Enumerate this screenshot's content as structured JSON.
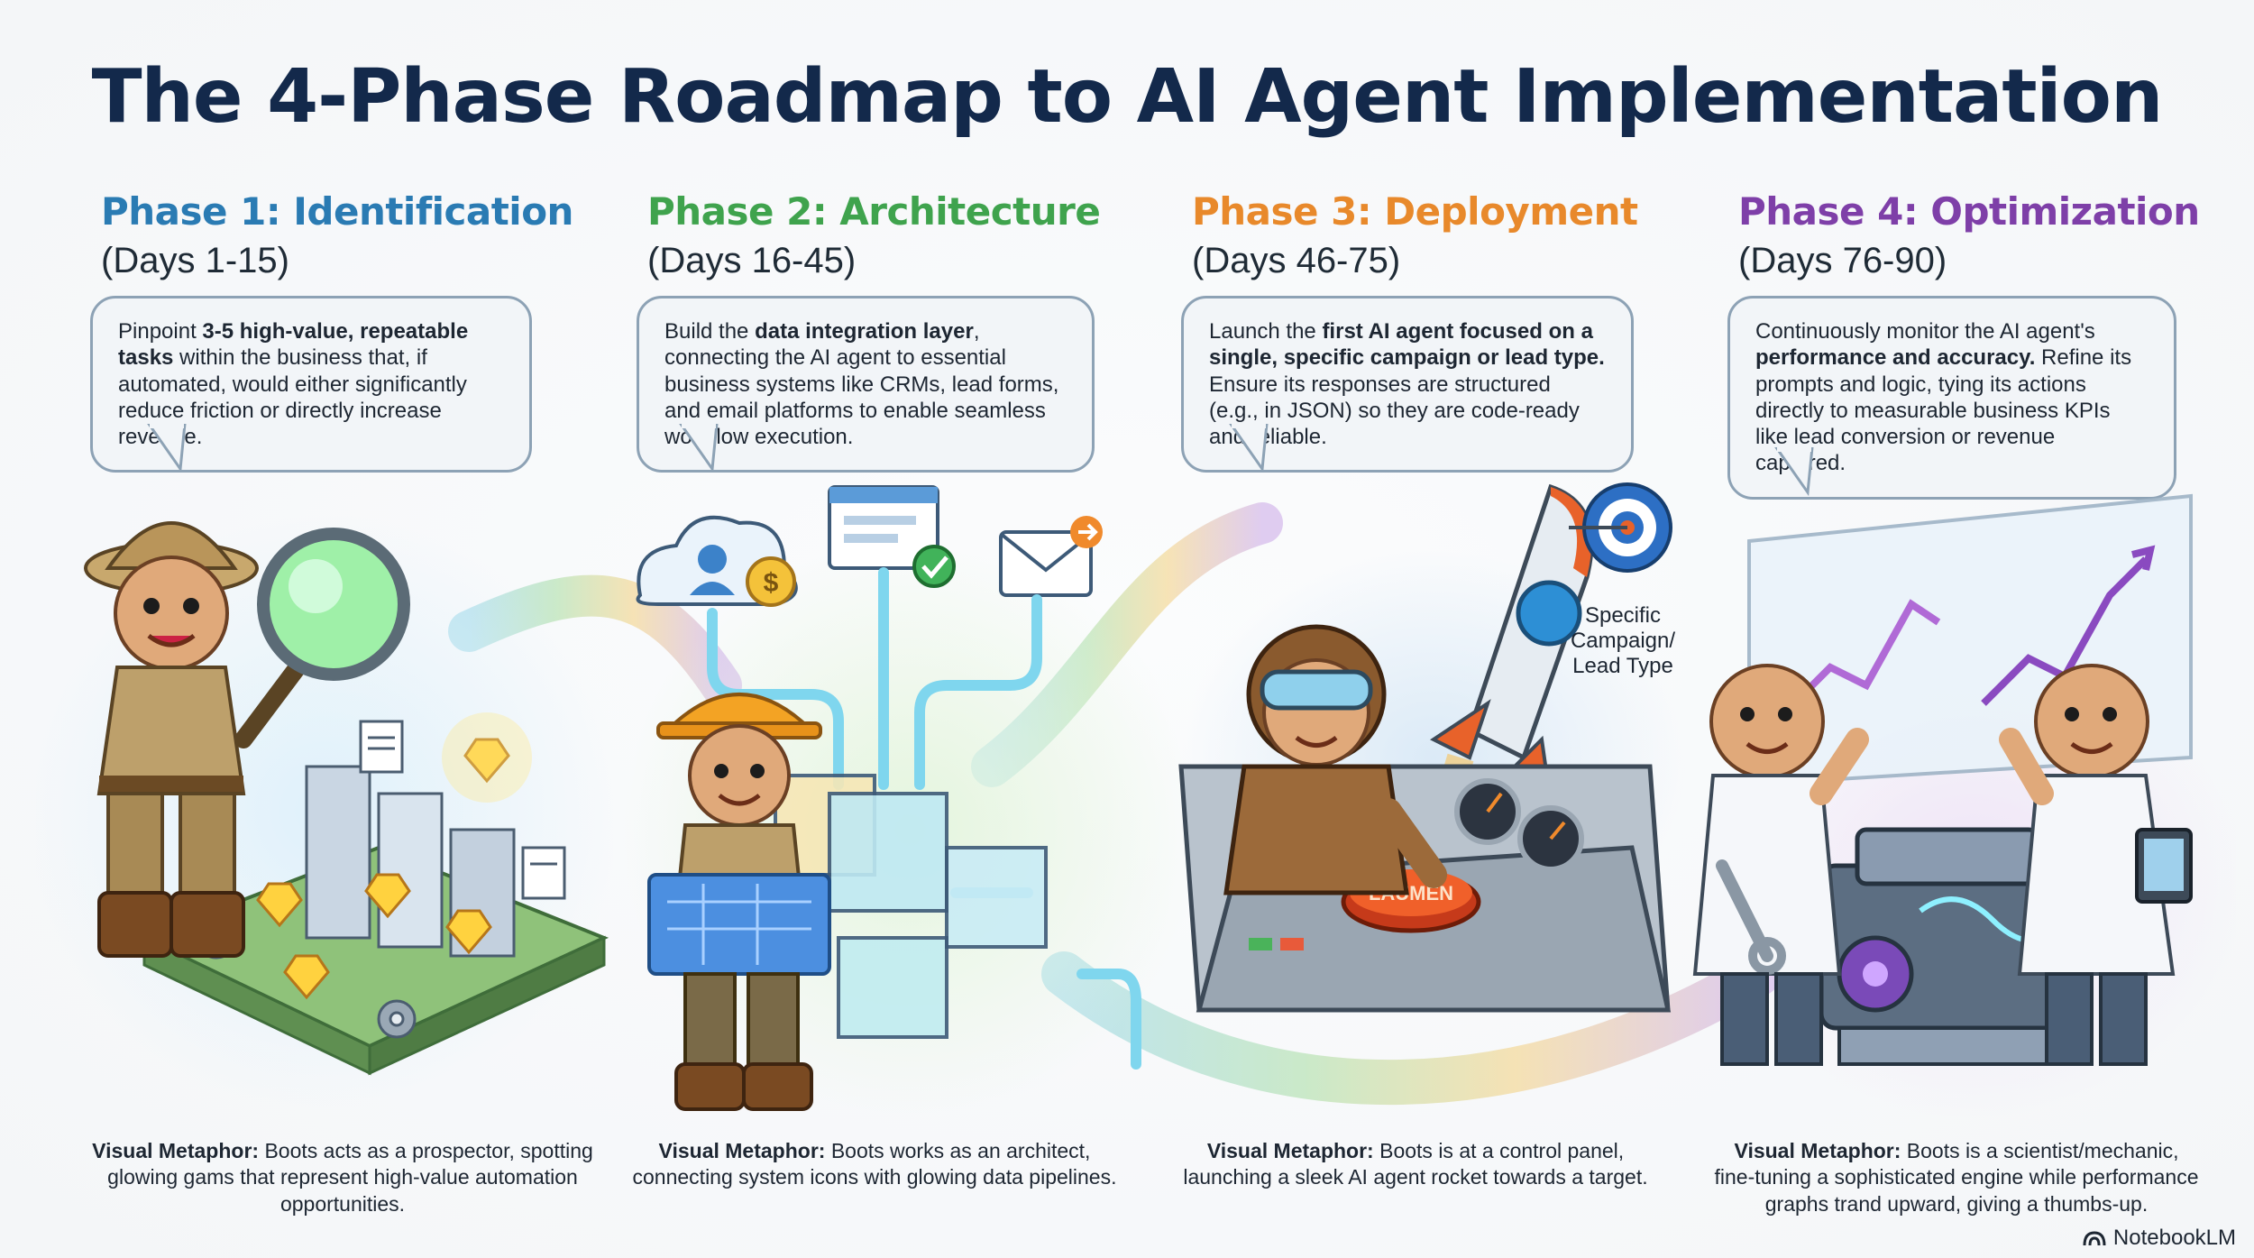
{
  "title": "The 4-Phase Roadmap to AI Agent Implementation",
  "colors": {
    "phase1": "#2a7bb3",
    "phase2": "#3fa34d",
    "phase3": "#e8892b",
    "phase4": "#7e3fa8",
    "title": "#13294b"
  },
  "phases": [
    {
      "name": "Phase 1: Identification",
      "days": "(Days 1-15)",
      "desc": {
        "a": "Pinpoint ",
        "b": "3-5 high-value, repeatable tasks",
        "c": " within the business that, if automated, would either significantly reduce friction or directly increase revenue."
      },
      "metaphor_label": "Visual Metaphor:",
      "metaphor": " Boots acts as a prospector, spotting glowing gams that represent high-value automation opportunities."
    },
    {
      "name": "Phase 2: Architecture",
      "days": "(Days 16-45)",
      "desc": {
        "a": "Build the ",
        "b": "data integration layer",
        "c": ", connecting the AI agent to essential business systems like CRMs, lead forms, and email platforms to enable seamless workflow execution."
      },
      "metaphor_label": "Visual Metaphor:",
      "metaphor": " Boots works as an architect, connecting system icons with glowing data pipelines."
    },
    {
      "name": "Phase 3: Deployment",
      "days": "(Days 46-75)",
      "desc": {
        "a": "Launch the ",
        "b": "first AI agent focused on a single, specific campaign or lead type.",
        "c": " Ensure its responses are structured (e.g., in JSON) so they are code-ready and reliable."
      },
      "metaphor_label": "Visual Metaphor:",
      "metaphor": " Boots is at a control panel, launching a sleek AI agent rocket towards a target."
    },
    {
      "name": "Phase 4: Optimization",
      "days": "(Days 76-90)",
      "desc": {
        "a": "Continuously monitor the AI agent's ",
        "b": "performance and accuracy.",
        "c": " Refine its prompts and logic, tying its actions directly to measurable business KPIs like lead conversion or revenue captured."
      },
      "metaphor_label": "Visual Metaphor:",
      "metaphor": " Boots is a scientist/mechanic, fine-tuning a sophisticated engine while performance graphs trand upward, giving a thumbs-up."
    }
  ],
  "scene_labels": {
    "target_line1": "Specific",
    "target_line2": "Campaign/",
    "target_line3": "Lead Type",
    "launch_button": "LAUMEN"
  },
  "icons": [
    "magnifier-icon",
    "gem-icon",
    "gear-icon",
    "document-icon",
    "cloud-user-icon",
    "dollar-icon",
    "browser-window-icon",
    "checkmark-icon",
    "email-icon",
    "arrow-icon",
    "rocket-icon",
    "target-icon",
    "engine-icon",
    "chart-icon",
    "wrench-icon",
    "tablet-icon"
  ],
  "brand": "NotebookLM"
}
